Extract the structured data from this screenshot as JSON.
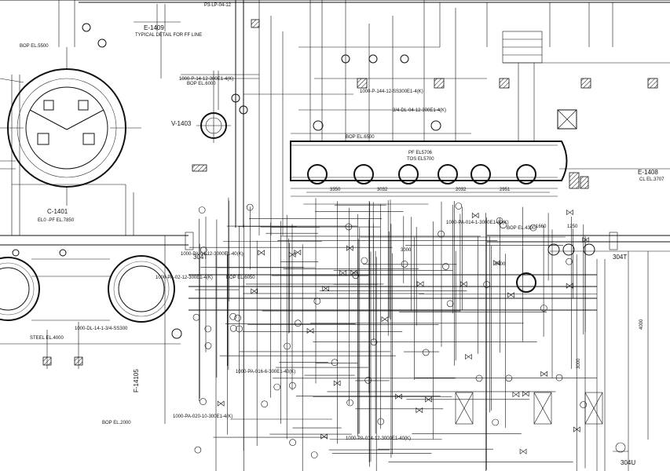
{
  "drawing": {
    "notes": {
      "typical_detail_id": "E-1409",
      "typical_detail_text": "TYPICAL DETAIL FOR FF LINE",
      "top_line": "P3-LP-04-12"
    },
    "equipment": [
      {
        "id": "C-1401",
        "sub": "EL0 -PF EL.7850"
      },
      {
        "id": "V-1403",
        "sub": ""
      },
      {
        "id": "E-1408",
        "sub": "CL EL.3707"
      },
      {
        "id": "F-14105",
        "sub": ""
      }
    ],
    "exchanger": {
      "label1": "PF EL5706",
      "label2": "TOS EL5700"
    },
    "grid_marks": [
      "304T",
      "304T",
      "304U"
    ],
    "line_labels": [
      "1000-P-14-12-300E1-4(K)",
      "1000-P-144-12-SS300E1-4(K)",
      "1000-PA-02-12-300E1-4(K)",
      "1000-PA-014-1-3000E1-40(K)",
      "1000-PA-04-12-3000E1-40(K)",
      "1000-DL-14-1-3/4-SS300",
      "3/4-DL-04-12-300E1-4(K)",
      "1000-PA-016-6-300E1-40(K)",
      "1000-PA-014-12-3000E1-40(K)",
      "1000-PA-020-10-300E1-4(K)"
    ],
    "elevations": [
      "BOP EL.5500",
      "BOP EL.6000",
      "BOP EL.6500",
      "BOP EL.4300",
      "BOP EL.6050",
      "BOP EL.2000",
      "STEEL EL.4000",
      "CL EL.3707"
    ],
    "dims": [
      "3350",
      "3032",
      "2032",
      "2951",
      "3000",
      "5400",
      "1660",
      "1250",
      "4000",
      "3000"
    ]
  }
}
